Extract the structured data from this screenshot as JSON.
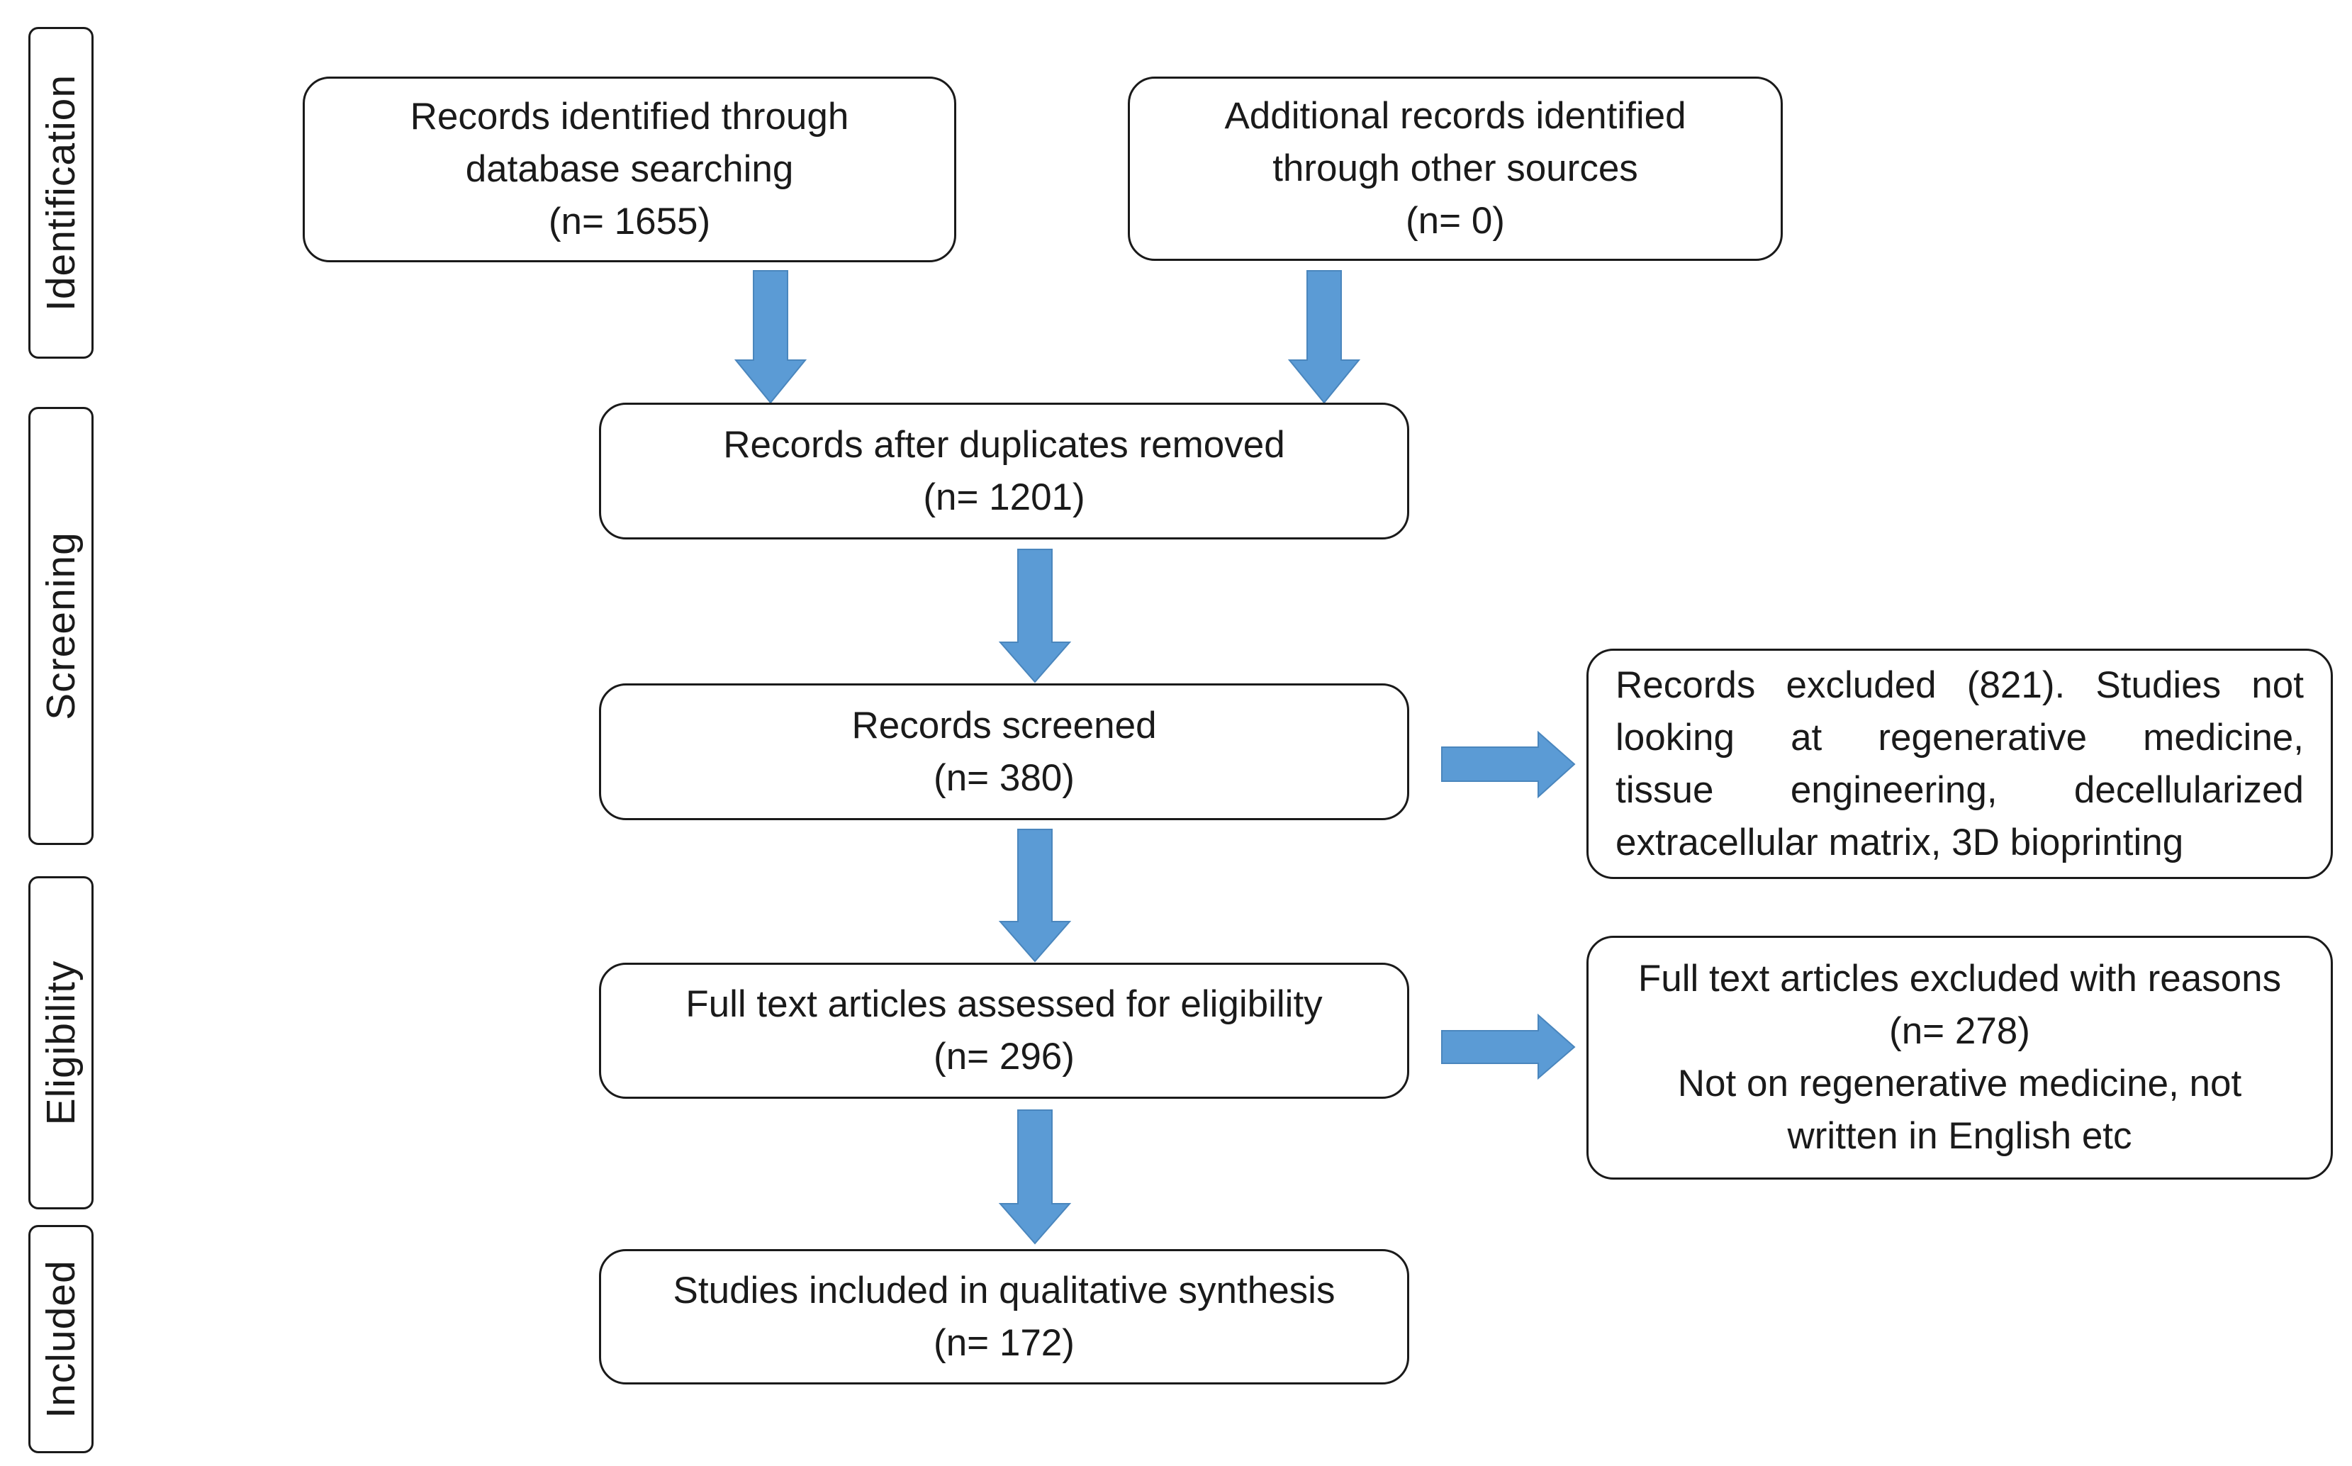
{
  "stages": {
    "identification": "Identification",
    "screening": "Screening",
    "eligibility": "Eligibility",
    "included": "Included"
  },
  "boxes": {
    "database_search": {
      "lines": [
        "Records identified through",
        "database searching",
        "(n= 1655)"
      ]
    },
    "other_sources": {
      "lines": [
        "Additional records identified",
        "through other sources",
        "(n= 0)"
      ]
    },
    "duplicates_removed": {
      "lines": [
        "Records after duplicates removed",
        "(n= 1201)"
      ]
    },
    "records_screened": {
      "lines": [
        "Records screened",
        "(n= 380)"
      ]
    },
    "records_excluded": {
      "lines": [
        "Records excluded (821). Studies not",
        "looking at regenerative medicine,",
        "tissue engineering, decellularized",
        "extracellular matrix, 3D bioprinting"
      ]
    },
    "full_text_assessed": {
      "lines": [
        "Full text articles assessed for eligibility",
        "(n= 296)"
      ]
    },
    "full_text_excluded": {
      "lines": [
        "Full text articles excluded with reasons",
        "(n= 278)",
        "Not on regenerative medicine, not",
        "written in English etc"
      ]
    },
    "included_synthesis": {
      "lines": [
        "Studies included in qualitative synthesis",
        "(n= 172)"
      ]
    }
  },
  "colors": {
    "arrow_fill": "#5b9bd5",
    "arrow_stroke": "#4a86bd",
    "border": "#1a1a1a"
  }
}
